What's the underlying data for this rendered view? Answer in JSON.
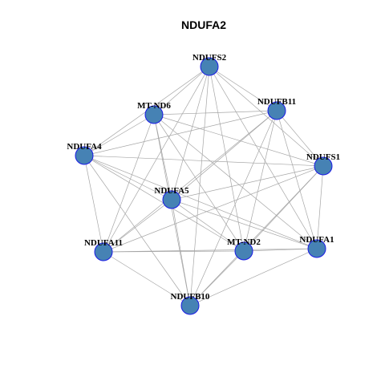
{
  "title": "NDUFA2",
  "style": {
    "node_fill": "#4682B4",
    "node_stroke": "#1A1AE6",
    "edge_color": "#A6A6A6",
    "background": "#FFFFFF"
  },
  "nodes": [
    {
      "id": "NDUFS2",
      "label": "NDUFS2"
    },
    {
      "id": "MT-ND6",
      "label": "MT-ND6"
    },
    {
      "id": "NDUFB11",
      "label": "NDUFB11"
    },
    {
      "id": "NDUFA4",
      "label": "NDUFA4"
    },
    {
      "id": "NDUFS1",
      "label": "NDUFS1"
    },
    {
      "id": "NDUFA5",
      "label": "NDUFA5"
    },
    {
      "id": "NDUFA11",
      "label": "NDUFA11"
    },
    {
      "id": "MT-ND2",
      "label": "MT-ND2"
    },
    {
      "id": "NDUFA1",
      "label": "NDUFA1"
    },
    {
      "id": "NDUFB10",
      "label": "NDUFB10"
    }
  ],
  "edges": [
    [
      "NDUFS2",
      "MT-ND6"
    ],
    [
      "NDUFS2",
      "NDUFB11"
    ],
    [
      "NDUFS2",
      "NDUFA4"
    ],
    [
      "NDUFS2",
      "NDUFS1"
    ],
    [
      "NDUFS2",
      "NDUFA5"
    ],
    [
      "NDUFS2",
      "NDUFA11"
    ],
    [
      "NDUFS2",
      "MT-ND2"
    ],
    [
      "NDUFS2",
      "NDUFA1"
    ],
    [
      "NDUFS2",
      "NDUFB10"
    ],
    [
      "MT-ND6",
      "NDUFB11"
    ],
    [
      "MT-ND6",
      "NDUFA4"
    ],
    [
      "MT-ND6",
      "NDUFS1"
    ],
    [
      "MT-ND6",
      "NDUFA5"
    ],
    [
      "MT-ND6",
      "NDUFA11"
    ],
    [
      "MT-ND6",
      "MT-ND2"
    ],
    [
      "MT-ND6",
      "NDUFA1"
    ],
    [
      "MT-ND6",
      "NDUFB10"
    ],
    [
      "NDUFB11",
      "NDUFA4"
    ],
    [
      "NDUFB11",
      "NDUFS1"
    ],
    [
      "NDUFB11",
      "NDUFA5"
    ],
    [
      "NDUFB11",
      "NDUFA11"
    ],
    [
      "NDUFB11",
      "MT-ND2"
    ],
    [
      "NDUFB11",
      "NDUFA1"
    ],
    [
      "NDUFB11",
      "NDUFB10"
    ],
    [
      "NDUFA4",
      "NDUFS1"
    ],
    [
      "NDUFA4",
      "NDUFA5"
    ],
    [
      "NDUFA4",
      "NDUFA11"
    ],
    [
      "NDUFA4",
      "MT-ND2"
    ],
    [
      "NDUFA4",
      "NDUFA1"
    ],
    [
      "NDUFA4",
      "NDUFB10"
    ],
    [
      "NDUFS1",
      "NDUFA5"
    ],
    [
      "NDUFS1",
      "NDUFA11"
    ],
    [
      "NDUFS1",
      "MT-ND2"
    ],
    [
      "NDUFS1",
      "NDUFA1"
    ],
    [
      "NDUFS1",
      "NDUFB10"
    ],
    [
      "NDUFA5",
      "NDUFA11"
    ],
    [
      "NDUFA5",
      "MT-ND2"
    ],
    [
      "NDUFA5",
      "NDUFA1"
    ],
    [
      "NDUFA5",
      "NDUFB10"
    ],
    [
      "NDUFA11",
      "MT-ND2"
    ],
    [
      "NDUFA11",
      "NDUFA1"
    ],
    [
      "NDUFA11",
      "NDUFB10"
    ],
    [
      "MT-ND2",
      "NDUFA1"
    ],
    [
      "MT-ND2",
      "NDUFB10"
    ],
    [
      "NDUFA1",
      "NDUFB10"
    ]
  ]
}
